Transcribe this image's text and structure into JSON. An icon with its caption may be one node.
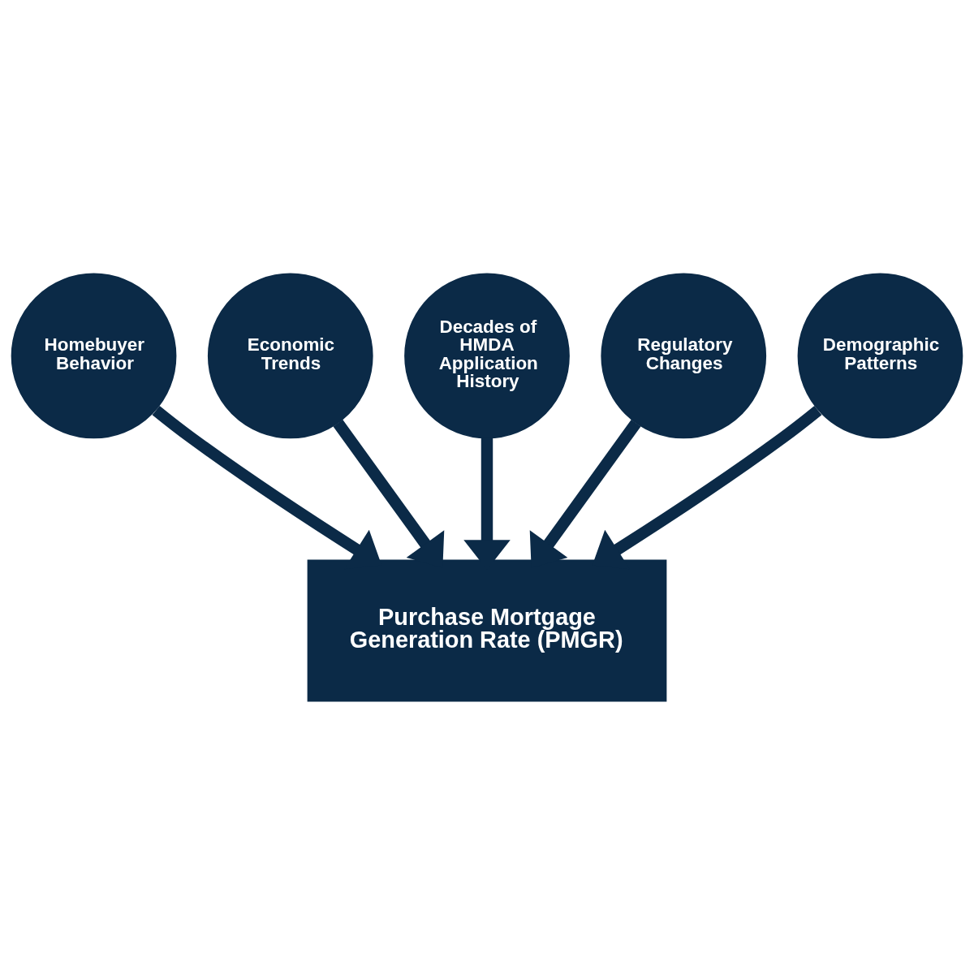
{
  "diagram": {
    "nodes": [
      {
        "text": [
          "Homebuyer Behavior"
        ]
      },
      {
        "text": [
          "Economic Trends"
        ]
      },
      {
        "text": [
          "Decades of HMDA Application History"
        ]
      },
      {
        "text": [
          "Regulatory Changes"
        ]
      },
      {
        "text": [
          "Demographic Patterns"
        ]
      },
      {
        "text": [
          "Purchase Mortgage Generation Rate (PMGR)"
        ]
      }
    ],
    "edges": [
      {
        "from": 0,
        "to": 5,
        "arrow": "to"
      },
      {
        "from": 1,
        "to": 5,
        "arrow": "to"
      },
      {
        "from": 2,
        "to": 5,
        "arrow": "to"
      },
      {
        "from": 3,
        "to": 5,
        "arrow": "to"
      },
      {
        "from": 4,
        "to": 5,
        "arrow": "to"
      }
    ]
  }
}
